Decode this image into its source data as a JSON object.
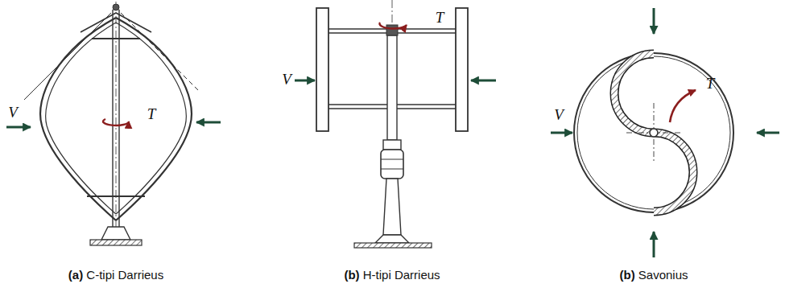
{
  "diagram": {
    "labels": [
      "V",
      "T",
      "V",
      "T",
      "V",
      "T",
      "(a) C-tipi Darrieus",
      "(b) H-tipi Darrieus",
      "(b) Savonius"
    ]
  }
}
